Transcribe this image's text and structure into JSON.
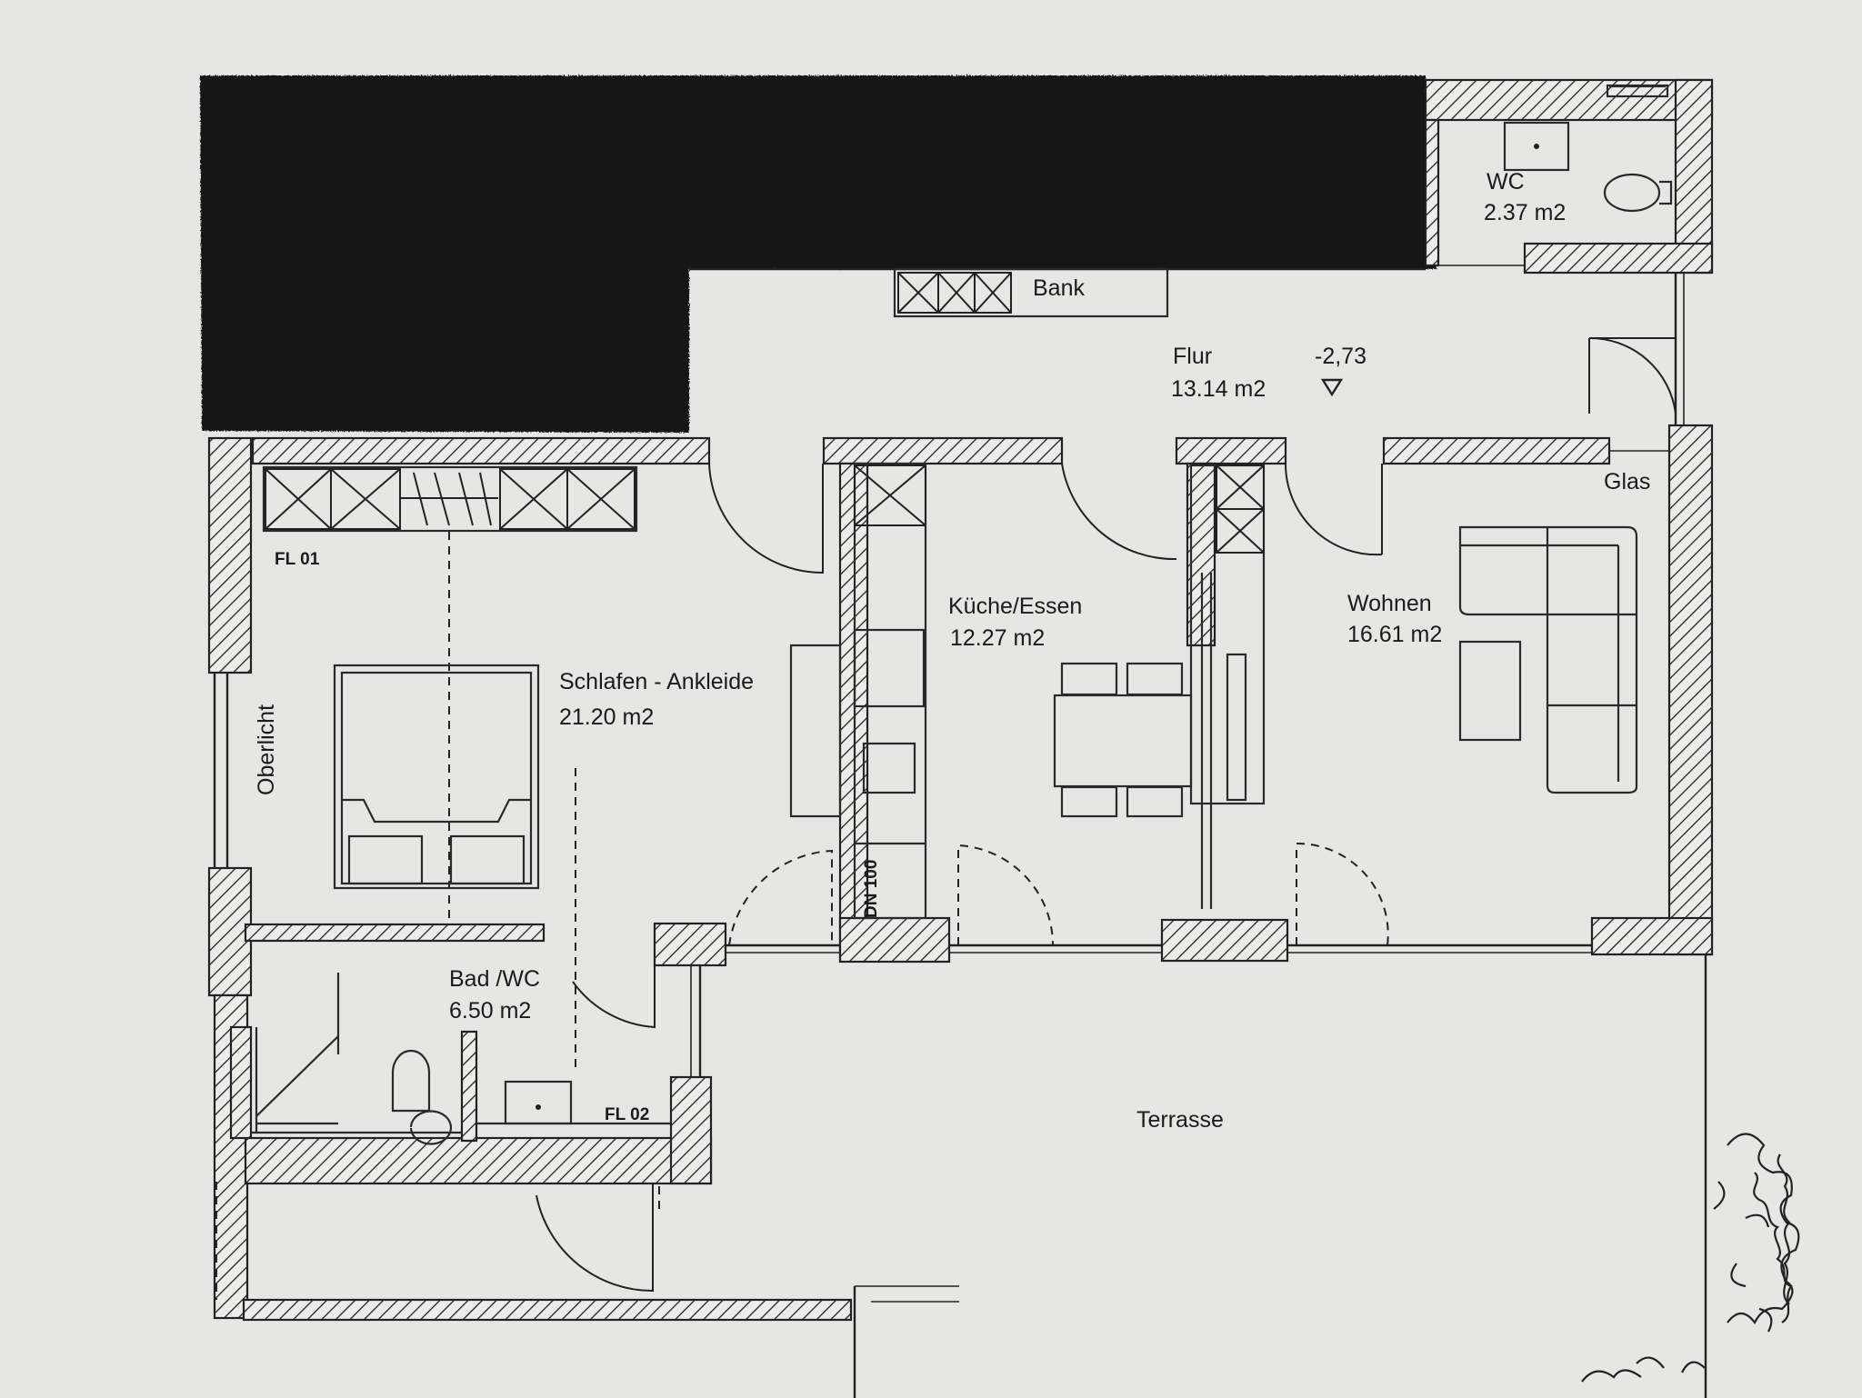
{
  "rooms": {
    "wc": {
      "name": "WC",
      "area": "2.37 m2"
    },
    "flur": {
      "name": "Flur",
      "area": "13.14 m2",
      "level": "-2,73"
    },
    "kueche": {
      "name": "Küche/Essen",
      "area": "12.27 m2"
    },
    "wohnen": {
      "name": "Wohnen",
      "area": "16.61 m2"
    },
    "schlafen": {
      "name": "Schlafen - Ankleide",
      "area": "21.20 m2"
    },
    "bad": {
      "name": "Bad /WC",
      "area": "6.50 m2"
    },
    "terrasse": {
      "name": "Terrasse"
    }
  },
  "labels": {
    "bank": "Bank",
    "glas": "Glas",
    "oberlicht": "Oberlicht",
    "fl01": "FL 01",
    "fl02": "FL 02",
    "dn100": "DN 100"
  },
  "colors": {
    "paper": "#e6e6e4",
    "ink": "#222222",
    "redaction": "#151515"
  }
}
